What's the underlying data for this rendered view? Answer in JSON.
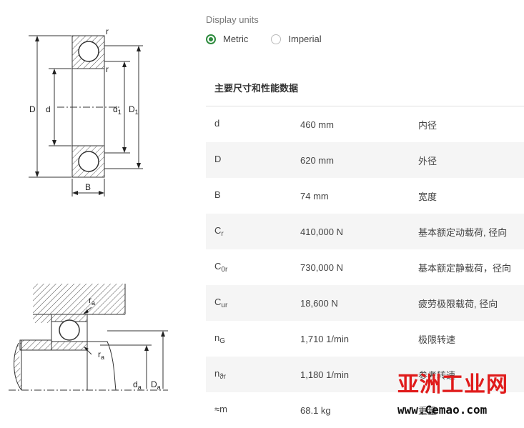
{
  "diagram_labels": {
    "r_top": "r",
    "r_mid": "r",
    "D": "D",
    "d": "d",
    "d1": "d",
    "d1_sub": "1",
    "D1": "D",
    "D1_sub": "1",
    "B": "B",
    "ra_top": "r",
    "ra_top_sub": "a",
    "ra_bottom": "r",
    "ra_bottom_sub": "a",
    "da": "d",
    "da_sub": "a",
    "Da": "D",
    "Da_sub": "a"
  },
  "display_units": {
    "label": "Display units",
    "options": [
      {
        "label": "Metric",
        "selected": true
      },
      {
        "label": "Imperial",
        "selected": false
      }
    ]
  },
  "section_title": "主要尺寸和性能数据",
  "rows": [
    {
      "sym": "d",
      "sub": "",
      "value": "460 mm",
      "desc": "内径"
    },
    {
      "sym": "D",
      "sub": "",
      "value": "620 mm",
      "desc": "外径"
    },
    {
      "sym": "B",
      "sub": "",
      "value": "74 mm",
      "desc": "宽度"
    },
    {
      "sym": "C",
      "sub": "r",
      "value": "410,000 N",
      "desc": "基本额定动载荷, 径向"
    },
    {
      "sym": "C",
      "sub": "0r",
      "value": "730,000 N",
      "desc": "基本额定静载荷，径向"
    },
    {
      "sym": "C",
      "sub": "ur",
      "value": "18,600 N",
      "desc": "疲劳极限载荷, 径向"
    },
    {
      "sym": "n",
      "sub": "G",
      "value": "1,710 1/min",
      "desc": "极限转速"
    },
    {
      "sym": "n",
      "sub": "ϑr",
      "value": "1,180 1/min",
      "desc": "参考转速"
    },
    {
      "sym": "≈m",
      "sub": "",
      "value": "68.1 kg",
      "desc": "重量"
    }
  ],
  "watermark": {
    "line1": "亚洲工业网",
    "line2": "www.Cemao.com"
  },
  "colors": {
    "accent": "#2e8b3e",
    "watermark": "#e01b1b"
  }
}
